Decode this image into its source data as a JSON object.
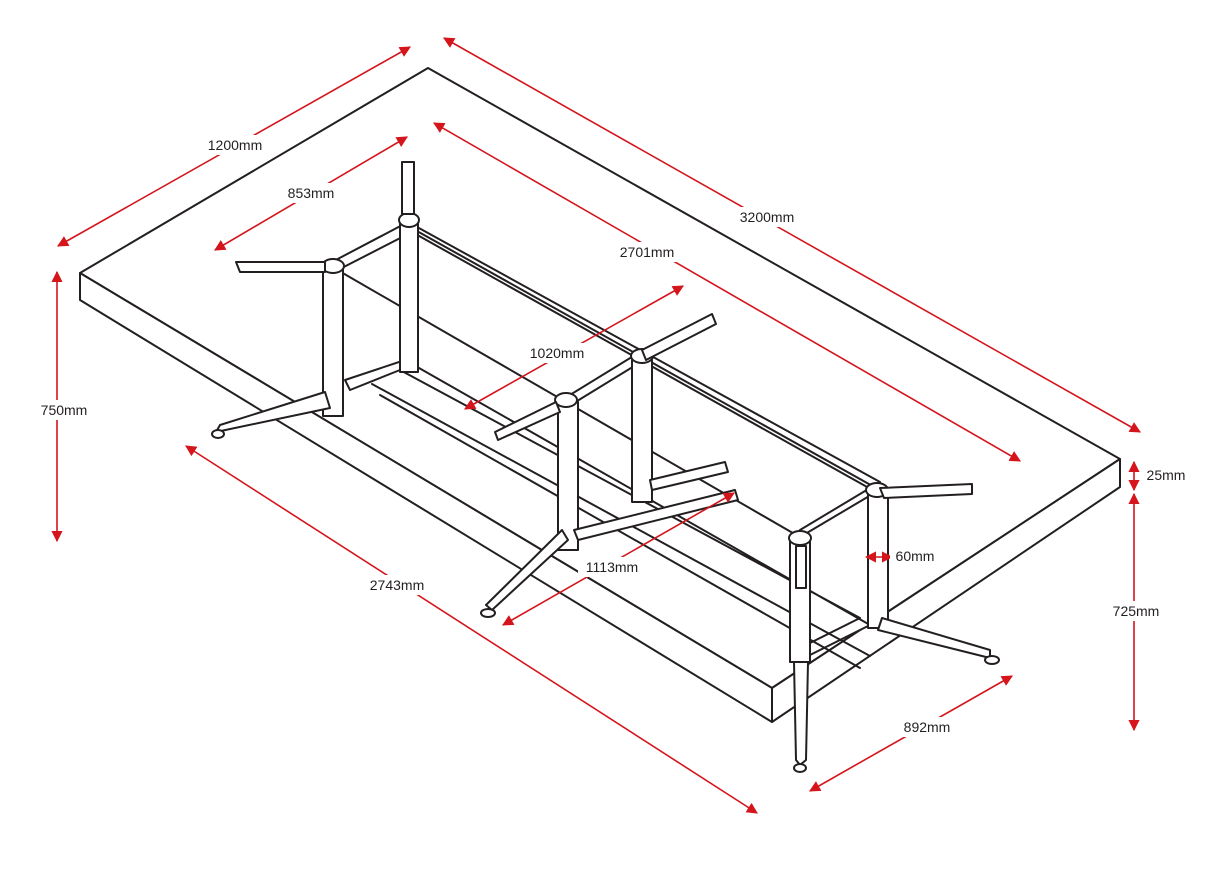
{
  "colors": {
    "line": "#231f20",
    "dimension": "#d4151c",
    "background": "#ffffff"
  },
  "dimensions": {
    "top_width": "1200mm",
    "top_length": "3200mm",
    "frame_width": "853mm",
    "frame_length": "2701mm",
    "center_leg_span": "1020mm",
    "overall_height": "750mm",
    "top_thickness": "25mm",
    "leg_height": "725mm",
    "base_length": "2743mm",
    "center_foot_span": "1113mm",
    "leg_diameter": "60mm",
    "end_foot_span": "892mm"
  }
}
